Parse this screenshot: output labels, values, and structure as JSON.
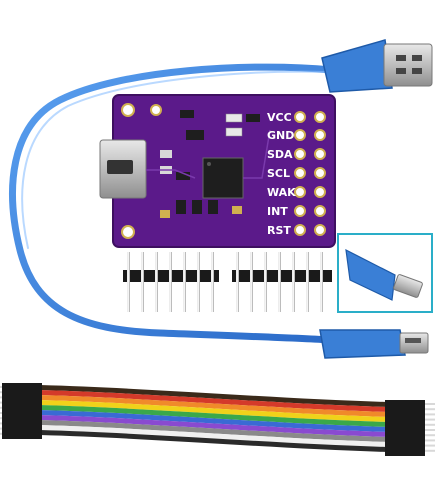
{
  "board": {
    "color": "#5b1a8a",
    "pins": [
      {
        "label": "VCC"
      },
      {
        "label": "GND"
      },
      {
        "label": "SDA"
      },
      {
        "label": "SCL"
      },
      {
        "label": "WAK"
      },
      {
        "label": "INT"
      },
      {
        "label": "RST"
      }
    ]
  },
  "cable": {
    "color": "#3a7fd6",
    "connectors": [
      "usb-a-icon",
      "micro-usb-icon"
    ]
  },
  "ribbon": {
    "colors": [
      "#3a2a1a",
      "#d43a2a",
      "#f08a2a",
      "#f0d21a",
      "#3aa84a",
      "#3a6ad4",
      "#8a4ad0",
      "#8a8a8a",
      "#f0f0f0",
      "#2a2a2a"
    ]
  }
}
